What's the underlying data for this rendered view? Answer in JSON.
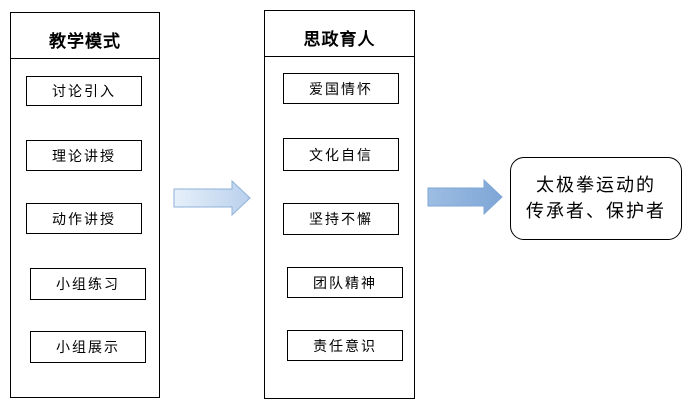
{
  "left_panel": {
    "title": "教学模式",
    "steps": [
      "讨论引入",
      "理论讲授",
      "动作讲授",
      "小组练习",
      "小组展示"
    ]
  },
  "middle_panel": {
    "title": "思政育人",
    "steps": [
      "爱国情怀",
      "文化自信",
      "坚持不懈",
      "团队精神",
      "责任意识"
    ]
  },
  "result": {
    "line1": "太极拳运动的",
    "line2": "传承者、保护者"
  },
  "colors": {
    "big_arrow_fill_light": "#dce9f6",
    "big_arrow_fill_dark": "#7ea6d6",
    "big_arrow_stroke": "#8fb1d9",
    "line": "#000000"
  }
}
